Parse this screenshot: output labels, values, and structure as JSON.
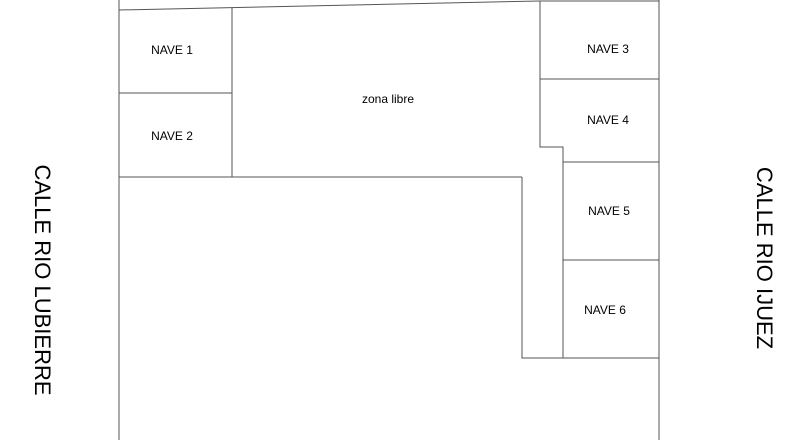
{
  "plan": {
    "units": [
      {
        "id": "nave-1",
        "label": "NAVE 1"
      },
      {
        "id": "nave-2",
        "label": "NAVE 2"
      },
      {
        "id": "zona-libre",
        "label": "zona libre"
      },
      {
        "id": "nave-3",
        "label": "NAVE 3"
      },
      {
        "id": "nave-4",
        "label": "NAVE 4"
      },
      {
        "id": "nave-5",
        "label": "NAVE 5"
      },
      {
        "id": "nave-6",
        "label": "NAVE 6"
      }
    ],
    "streets": {
      "left": "CALLE RIO LUBIERRE",
      "right": "CALLE RIO IJUEZ"
    }
  }
}
